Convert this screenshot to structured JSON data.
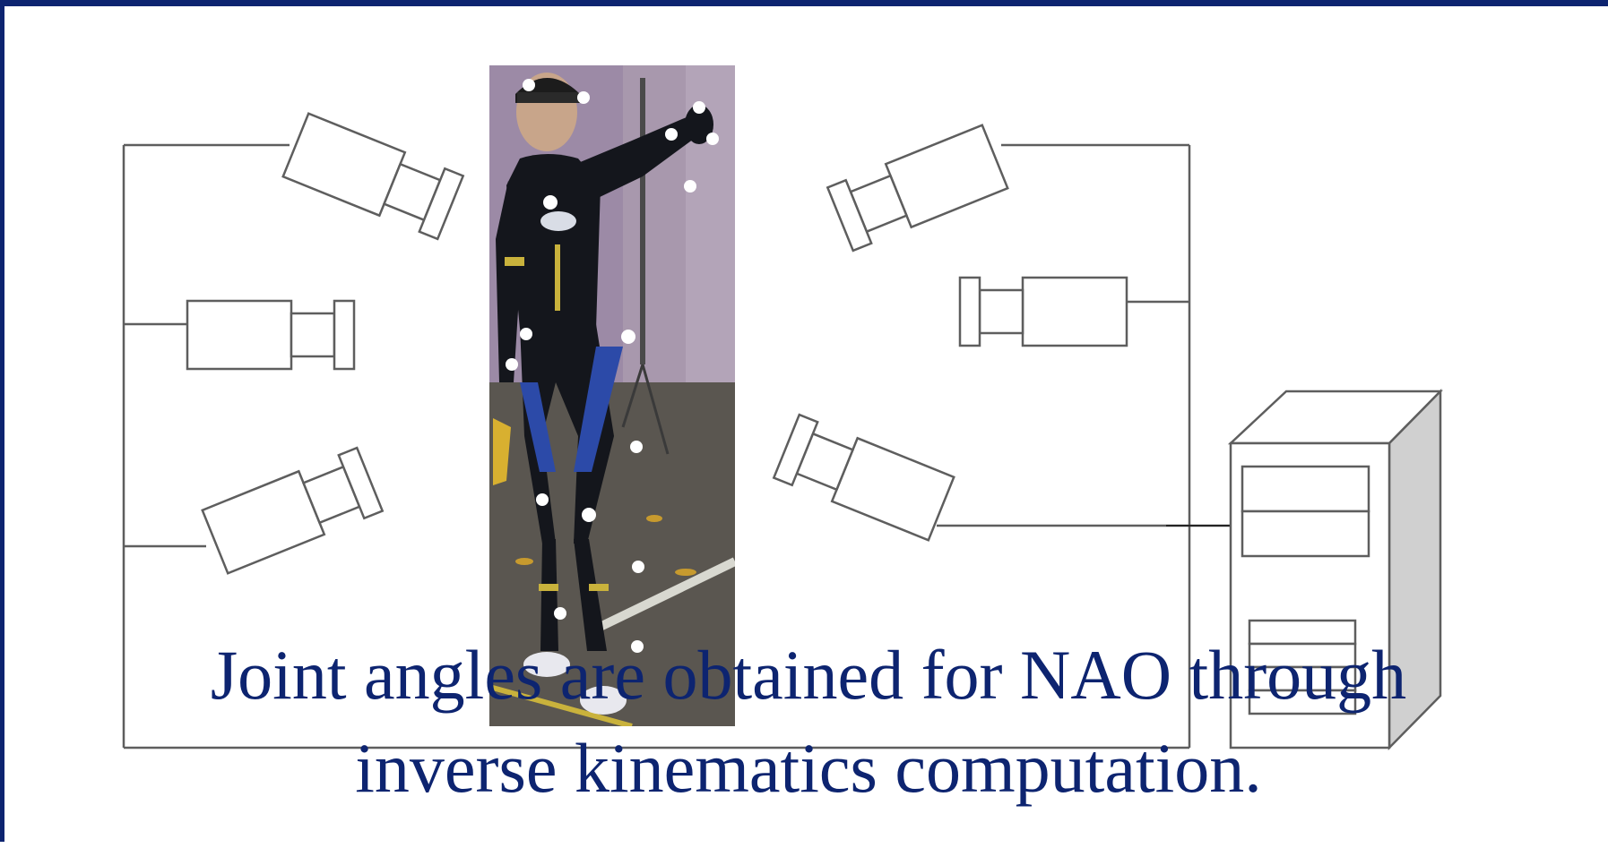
{
  "slide": {
    "border_color": "#0d2470",
    "caption_color": "#0d2470",
    "caption_lines": [
      "Joint angles are obtained for NAO through",
      "inverse kinematics computation."
    ]
  },
  "diagram": {
    "cameras": [
      {
        "id": "left-top",
        "icon": "camera-icon"
      },
      {
        "id": "left-middle",
        "icon": "camera-icon"
      },
      {
        "id": "left-bottom",
        "icon": "camera-icon"
      },
      {
        "id": "right-top",
        "icon": "camera-icon"
      },
      {
        "id": "right-middle",
        "icon": "camera-icon"
      },
      {
        "id": "right-bottom",
        "icon": "camera-icon"
      }
    ],
    "computer": {
      "icon": "computer-tower-icon"
    },
    "photo": {
      "subject": "person in motion capture suit with reflective markers"
    },
    "colors": {
      "line": "#5e5e5e",
      "suit": "#14161c",
      "suit_blue": "#2c4aa8",
      "marker": "#ffffff",
      "wall": "#9c8aa6",
      "floor": "#5a5650",
      "tower_side": "#d0d0d0"
    }
  }
}
